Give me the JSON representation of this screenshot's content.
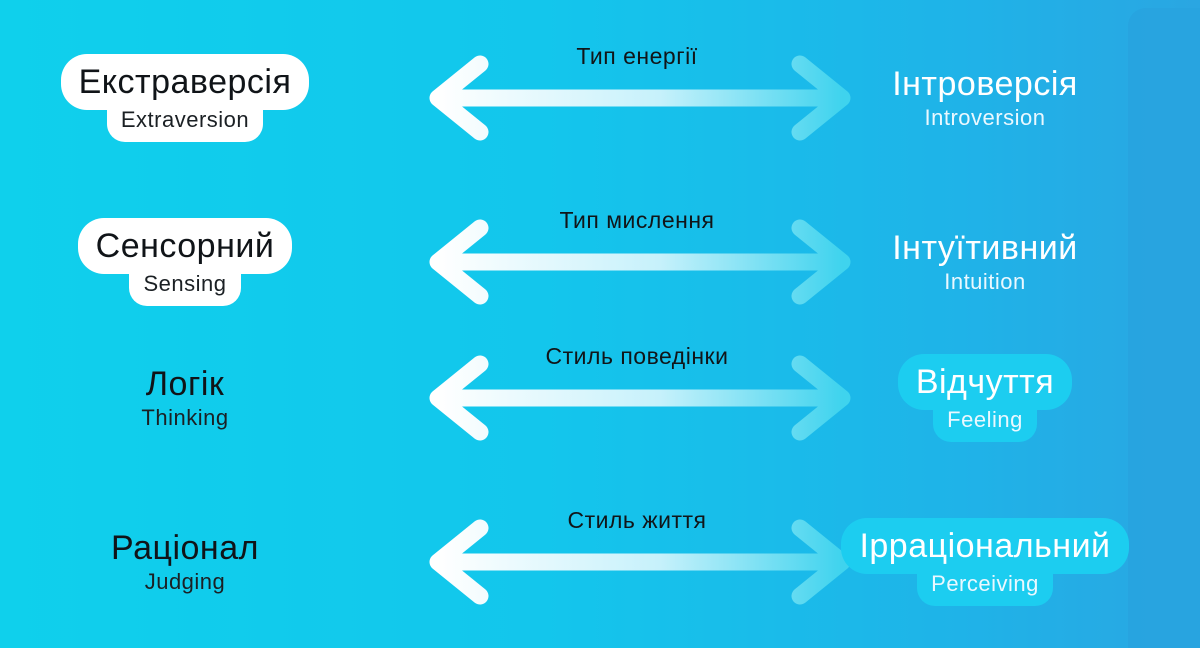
{
  "colors": {
    "background_start": "#0fd0ec",
    "background_end": "#2aa6e2",
    "arrow_start": "#ffffff",
    "arrow_end": "#3fd3ee",
    "badge_white": "#ffffff",
    "badge_cyan": "#1ccdf0"
  },
  "rows": [
    {
      "left": {
        "main": "Екстраверсія",
        "sub": "Extraversion",
        "badge": true
      },
      "middle": "Тип енергії",
      "right": {
        "main": "Інтроверсія",
        "sub": "Introversion",
        "badge": false
      }
    },
    {
      "left": {
        "main": "Сенсорний",
        "sub": "Sensing",
        "badge": true
      },
      "middle": "Тип мислення",
      "right": {
        "main": "Інтуїтивний",
        "sub": "Intuition",
        "badge": false
      }
    },
    {
      "left": {
        "main": "Логік",
        "sub": "Thinking",
        "badge": false
      },
      "middle": "Стиль поведінки",
      "right": {
        "main": "Відчуття",
        "sub": "Feeling",
        "badge": true
      }
    },
    {
      "left": {
        "main": "Раціонал",
        "sub": "Judging",
        "badge": false
      },
      "middle": "Стиль життя",
      "right": {
        "main": "Ірраціональний",
        "sub": "Perceiving",
        "badge": true
      }
    }
  ]
}
